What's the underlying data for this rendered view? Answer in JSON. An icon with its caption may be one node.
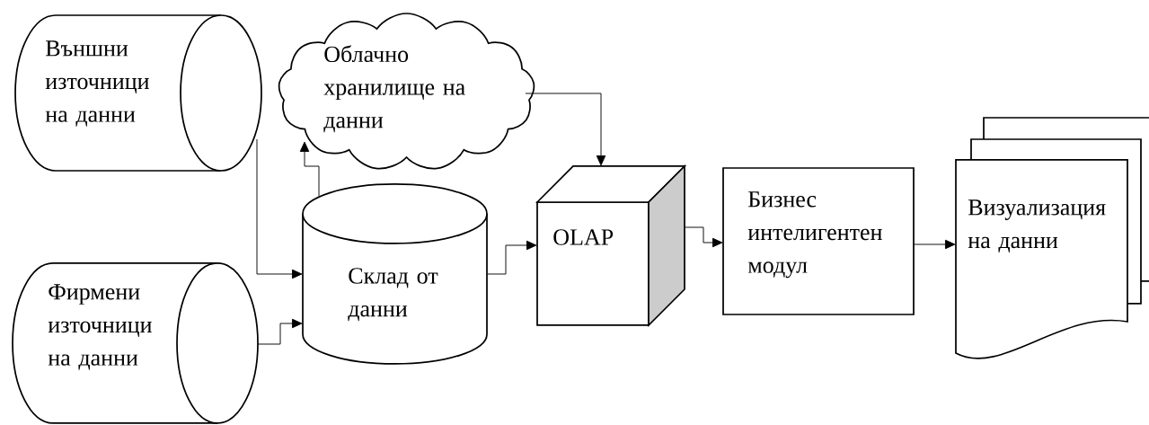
{
  "diagram": {
    "nodes": [
      {
        "text": [
          "Външни източници на данни"
        ]
      },
      {
        "text": [
          "Фирмени източници на данни"
        ]
      },
      {
        "text": [
          "Облачно хранилище на данни"
        ]
      },
      {
        "text": [
          "Склад от данни"
        ]
      },
      {
        "text": [
          "OLAP"
        ]
      },
      {
        "text": [
          "Бизнес интелигентен модул"
        ]
      },
      {
        "text": [
          "Визуализация на данни"
        ]
      }
    ],
    "edges": [
      {
        "from": 0,
        "to": 3,
        "arrow": "to"
      },
      {
        "from": 1,
        "to": 3,
        "arrow": "to"
      },
      {
        "from": 3,
        "to": 2,
        "arrow": "to"
      },
      {
        "from": 2,
        "to": 4,
        "arrow": "to"
      },
      {
        "from": 3,
        "to": 4,
        "arrow": "to"
      },
      {
        "from": 4,
        "to": 5,
        "arrow": "to"
      },
      {
        "from": 5,
        "to": 6,
        "arrow": "to"
      }
    ]
  }
}
